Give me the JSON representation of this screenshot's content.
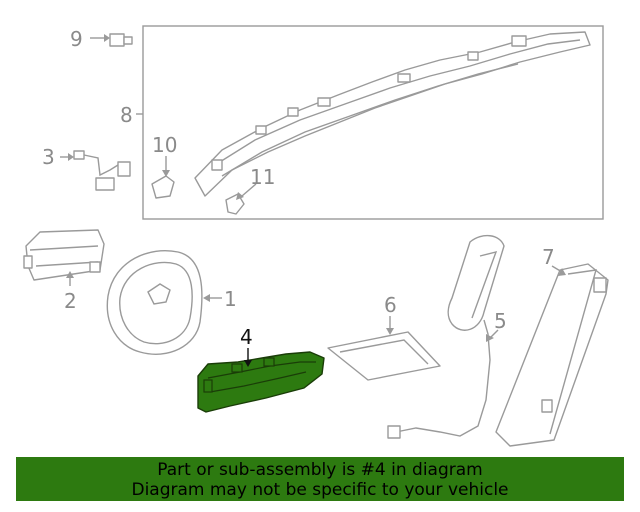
{
  "diagram": {
    "callouts": {
      "c1": "1",
      "c2": "2",
      "c3": "3",
      "c4": "4",
      "c5": "5",
      "c6": "6",
      "c7": "7",
      "c8": "8",
      "c9": "9",
      "c10": "10",
      "c11": "11"
    },
    "highlight_part": "4",
    "colors": {
      "highlight_fill": "#2d7a10",
      "line_gray": "#9a9a9a",
      "banner_bg": "#2d7a10"
    }
  },
  "banner": {
    "line1": "Part or sub-assembly is #4 in diagram",
    "line2": "Diagram may not be specific to your vehicle"
  }
}
